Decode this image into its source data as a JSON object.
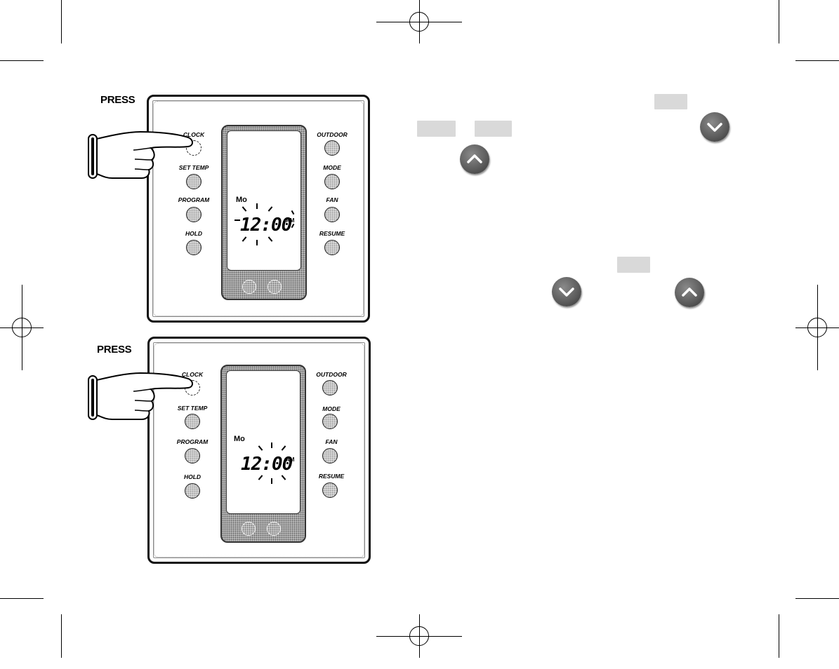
{
  "panels": [
    {
      "press_label": "PRESS",
      "buttons_left": [
        "CLOCK",
        "SET TEMP",
        "PROGRAM",
        "HOLD"
      ],
      "buttons_right": [
        "OUTDOOR",
        "MODE",
        "FAN",
        "RESUME"
      ],
      "lcd_day": "Mo",
      "lcd_time": "12:00",
      "lcd_ampm": "AM"
    },
    {
      "press_label": "PRESS",
      "buttons_left": [
        "CLOCK",
        "SET TEMP",
        "PROGRAM",
        "HOLD"
      ],
      "buttons_right": [
        "OUTDOOR",
        "MODE",
        "FAN",
        "RESUME"
      ],
      "lcd_day": "Mo",
      "lcd_time": "12:00",
      "lcd_ampm": "AM"
    }
  ],
  "icons": {
    "arrow_down": "chevron-down-icon",
    "arrow_up": "chevron-up-icon",
    "pointing_hand": "pointing-hand-icon",
    "registration_mark": "registration-mark-icon"
  },
  "colors": {
    "key_placeholder": "#d9d9d9",
    "arrow_button": "#5a5a5a"
  }
}
